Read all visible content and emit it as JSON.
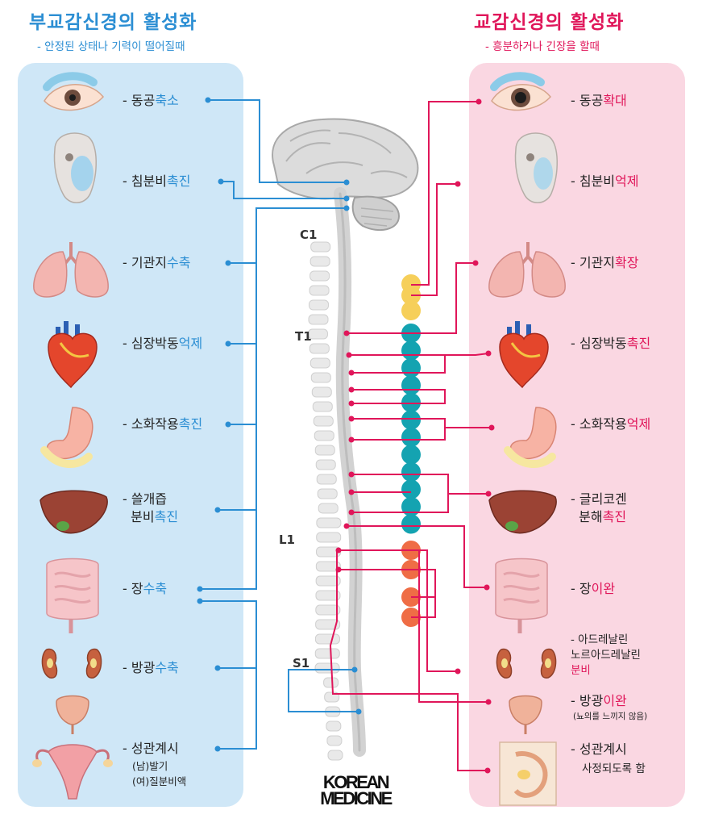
{
  "left_header": {
    "title": "부교감신경의 활성화",
    "subtitle": "- 안정된 상태나 기력이 떨어질때",
    "title_color": "#2b8ed3",
    "subtitle_color": "#2b8ed3"
  },
  "right_header": {
    "title": "교감신경의 활성화",
    "subtitle": "- 흥분하거나 긴장을 할때",
    "title_color": "#e0165a",
    "subtitle_color": "#e0165a"
  },
  "left_items": [
    {
      "icon": "eye-icon",
      "prefix": "- 동공",
      "highlight": "축소"
    },
    {
      "icon": "salivary-gland-icon",
      "prefix": "- 침분비",
      "highlight": "촉진"
    },
    {
      "icon": "lungs-icon",
      "prefix": "- 기관지",
      "highlight": "수축"
    },
    {
      "icon": "heart-icon",
      "prefix": "- 심장박동",
      "highlight": "억제"
    },
    {
      "icon": "stomach-icon",
      "prefix": "- 소화작용",
      "highlight": "촉진"
    },
    {
      "icon": "liver-icon",
      "line1": "- 쓸개즙",
      "prefix": "분비",
      "highlight": "촉진"
    },
    {
      "icon": "intestine-icon",
      "prefix": "- 장",
      "highlight": "수축"
    },
    {
      "icon": "kidney-icon",
      "prefix": "- 방광",
      "highlight": "수축"
    },
    {
      "icon": "reproductive-organ-icon",
      "prefix": "- 성관계시",
      "note1": "(남)발기",
      "note2": "(여)질분비액"
    }
  ],
  "right_items": [
    {
      "icon": "eye-icon",
      "prefix": "- 동공",
      "highlight": "확대"
    },
    {
      "icon": "salivary-gland-icon",
      "prefix": "- 침분비",
      "highlight": "억제"
    },
    {
      "icon": "lungs-icon",
      "prefix": "- 기관지",
      "highlight": "확장"
    },
    {
      "icon": "heart-icon",
      "prefix": "- 심장박동",
      "highlight": "촉진"
    },
    {
      "icon": "stomach-icon",
      "prefix": "- 소화작용",
      "highlight": "억제"
    },
    {
      "icon": "liver-icon",
      "line1": "- 글리코겐",
      "prefix": "분해",
      "highlight": "촉진"
    },
    {
      "icon": "intestine-icon",
      "prefix": "- 장",
      "highlight": "이완"
    },
    {
      "icon": "kidney-icon",
      "line1": "- 아드레날린",
      "line2": "노르아드레날린",
      "highlight": "분비"
    },
    {
      "icon": "bladder-icon",
      "prefix": "- 방광",
      "highlight": "이완",
      "note1": "(뇨의를 느끼지 않음)"
    },
    {
      "icon": "pelvis-icon",
      "prefix": "- 성관계시",
      "note1": "사정되도록 함"
    }
  ],
  "levels": {
    "c1": "C1",
    "t1": "T1",
    "l1": "L1",
    "s1": "S1"
  },
  "logo": {
    "line1": "KOREAN",
    "line2": "MEDICINE"
  },
  "colors": {
    "parasympathetic": "#2b8ed3",
    "sympathetic": "#e0165a",
    "cervical_ganglia": "#f6cf5a",
    "thoracic_ganglia": "#14a3b1",
    "lumbar_ganglia": "#ef6d45"
  }
}
